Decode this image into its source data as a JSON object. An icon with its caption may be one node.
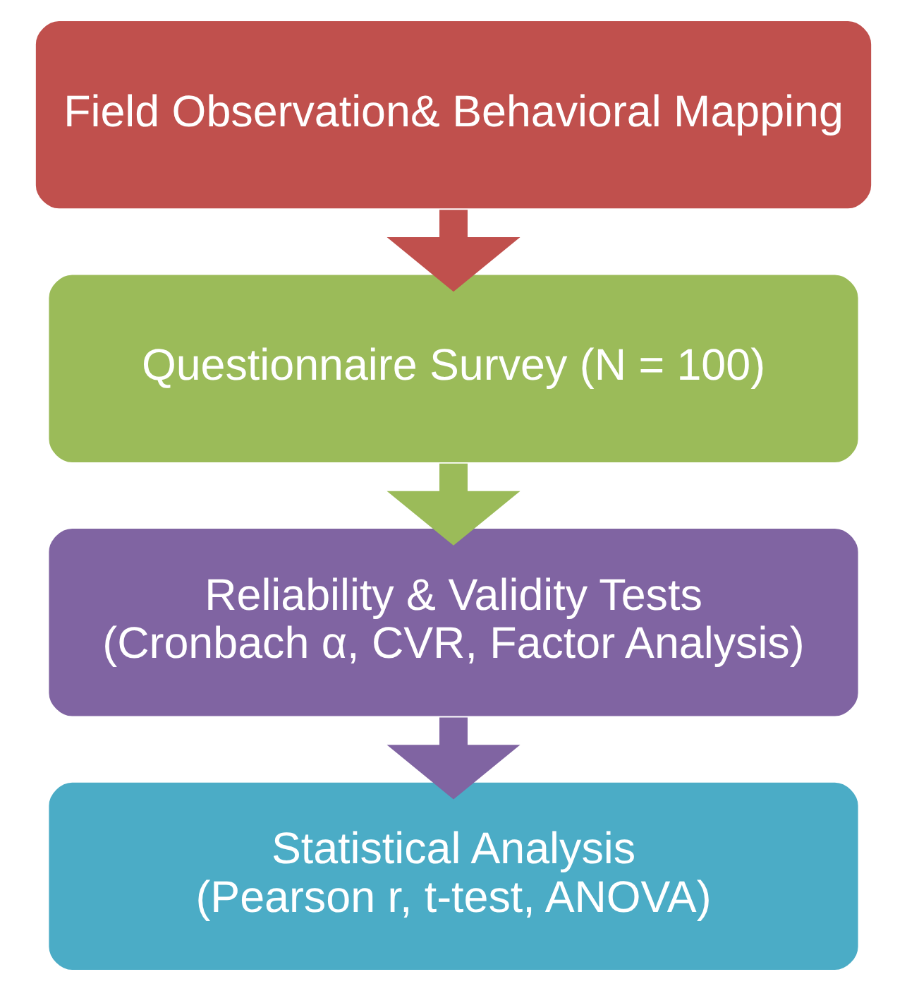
{
  "diagram": {
    "nodes": [
      {
        "text": [
          "Field Observation& Behavioral Mapping"
        ]
      },
      {
        "text": [
          "Questionnaire Survey (N = 100)"
        ]
      },
      {
        "text": [
          "Reliability & Validity Tests",
          "(Cronbach α, CVR, Factor Analysis)"
        ]
      },
      {
        "text": [
          "Statistical Analysis",
          "(Pearson r, t-test, ANOVA)"
        ]
      }
    ],
    "edges": [
      {
        "from": 0,
        "to": 1,
        "arrow": "to",
        "color": "#c0504d"
      },
      {
        "from": 1,
        "to": 2,
        "arrow": "to",
        "color": "#9bbb59"
      },
      {
        "from": 2,
        "to": 3,
        "arrow": "to",
        "color": "#8064a2"
      }
    ]
  }
}
